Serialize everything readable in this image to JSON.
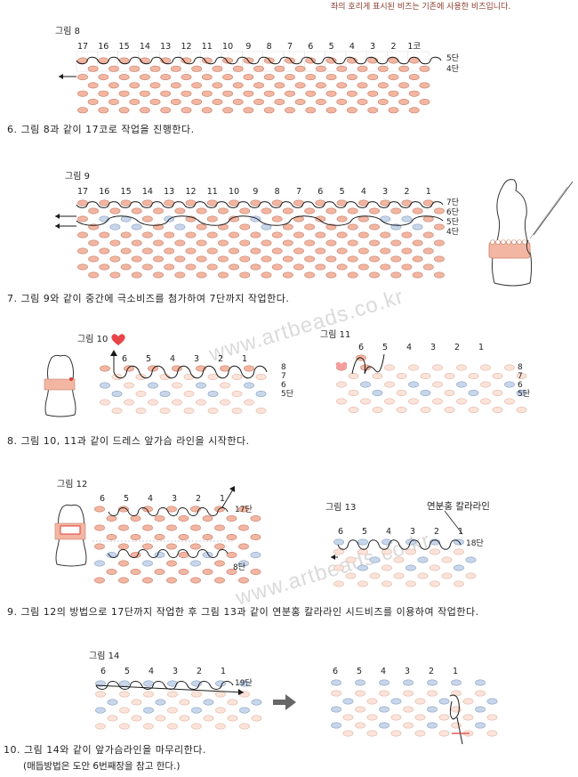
{
  "header_note": "좌의 호리게 표시된 비즈는 기존에 사용한 비즈입니다.",
  "watermark": "www.artbeads.co.kr",
  "fig8": {
    "label": "그림 8",
    "numbers": [
      "17",
      "16",
      "15",
      "14",
      "13",
      "12",
      "11",
      "10",
      "9",
      "8",
      "7",
      "6",
      "5",
      "4",
      "3",
      "2",
      "1코"
    ],
    "tiers": [
      "5단",
      "4단"
    ]
  },
  "step6": "6. 그림 8과 같이 17코로 작업을 진행한다.",
  "fig9": {
    "label": "그림 9",
    "numbers": [
      "17",
      "16",
      "15",
      "14",
      "13",
      "12",
      "11",
      "10",
      "9",
      "8",
      "7",
      "6",
      "5",
      "4",
      "3",
      "2",
      "1"
    ],
    "tiers": [
      "7단",
      "6단",
      "5단",
      "4단"
    ]
  },
  "step7": "7. 그림 9와 같이 중간에 극소비즈를 첨가하여 7단까지 작업한다.",
  "fig10": {
    "label": "그림 10",
    "numbers": [
      "6",
      "5",
      "4",
      "3",
      "2",
      "1"
    ],
    "tiers": [
      "8",
      "7",
      "6",
      "5단"
    ]
  },
  "fig11": {
    "label": "그림 11",
    "numbers": [
      "6",
      "5",
      "4",
      "3",
      "2",
      "1"
    ],
    "tiers": [
      "8",
      "7",
      "6",
      "5단"
    ]
  },
  "step8": "8. 그림 10, 11과 같이 드레스 앞가슴 라인을 시작한다.",
  "fig12": {
    "label": "그림 12",
    "numbers": [
      "6",
      "5",
      "4",
      "3",
      "2",
      "1"
    ],
    "tiers": [
      "17단",
      "8단"
    ]
  },
  "fig13": {
    "label": "그림 13",
    "callout": "연분홍 칼라라인",
    "numbers": [
      "6",
      "5",
      "4",
      "3",
      "2",
      "1"
    ],
    "tiers": [
      "18단"
    ]
  },
  "step9": "9. 그림 12의 방법으로 17단까지 작업한 후 그림 13과 같이 연분홍 칼라라인 시드비즈를 이용하여 작업한다.",
  "fig14": {
    "label": "그림 14",
    "numbers": [
      "6",
      "5",
      "4",
      "3",
      "2",
      "1"
    ],
    "tiers": [
      "19단"
    ]
  },
  "fig14b": {
    "numbers": [
      "6",
      "5",
      "4",
      "3",
      "2",
      "1"
    ]
  },
  "step10": "10. 그림 14와 같이 앞가슴라인을 마무리한다.",
  "step10_sub": "(매듭방법은 도안 6번째장을 참고 한다.)",
  "colors": {
    "bead_pink": "#f2b6a2",
    "bead_pink_edge": "#c9806a",
    "bead_blue": "#c8d6ea",
    "bead_blue_edge": "#8aa2c4",
    "thread": "#1a1a1a",
    "arrow_red": "#e23a3a",
    "heart": "#e8454a"
  }
}
